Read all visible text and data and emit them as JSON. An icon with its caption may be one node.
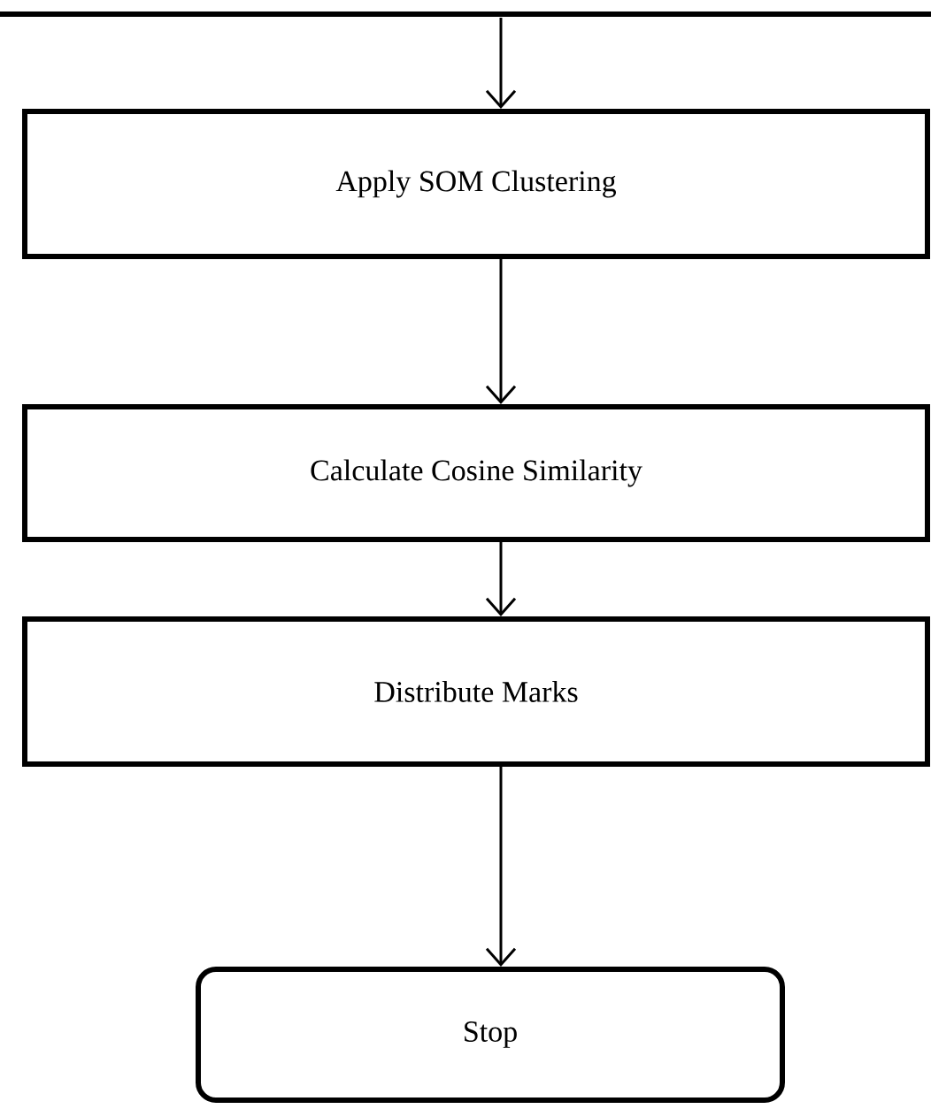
{
  "diagram": {
    "nodes": [
      {
        "text": [
          "Apply SOM Clustering"
        ]
      },
      {
        "text": [
          "Calculate Cosine Similarity"
        ]
      },
      {
        "text": [
          "Distribute Marks"
        ]
      },
      {
        "text": [
          "Stop"
        ]
      }
    ],
    "edges": [
      {
        "from": null,
        "to": 0,
        "arrow": "to"
      },
      {
        "from": 0,
        "to": 1,
        "arrow": "to"
      },
      {
        "from": 1,
        "to": 2,
        "arrow": "to"
      },
      {
        "from": 2,
        "to": 3,
        "arrow": "to"
      }
    ]
  }
}
